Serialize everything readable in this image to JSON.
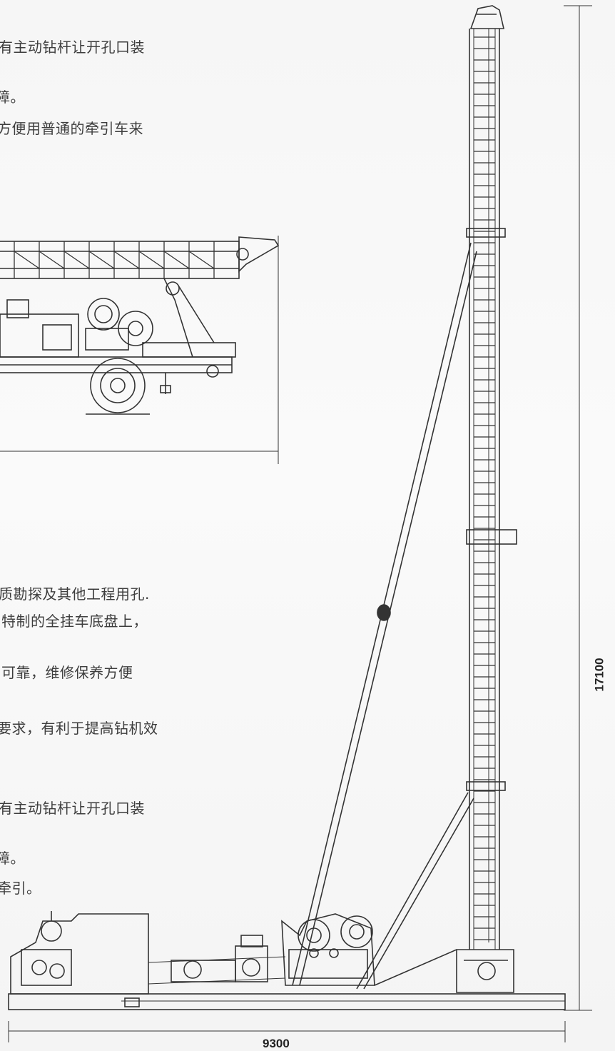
{
  "text": {
    "top_lines": [
      "有主动钻杆让开孔口装",
      "障。",
      "方便用普通的牵引车来"
    ],
    "middle_lines": [
      "质勘探及其他工程用孔.",
      "特制的全挂车底盘上，",
      "可靠，维修保养方便",
      "要求，有利于提高钻机效"
    ],
    "bottom_lines": [
      "有主动钻杆让开孔口装",
      "障。",
      "牵引。"
    ]
  },
  "dimensions": {
    "height": "17100",
    "width": "9300"
  }
}
